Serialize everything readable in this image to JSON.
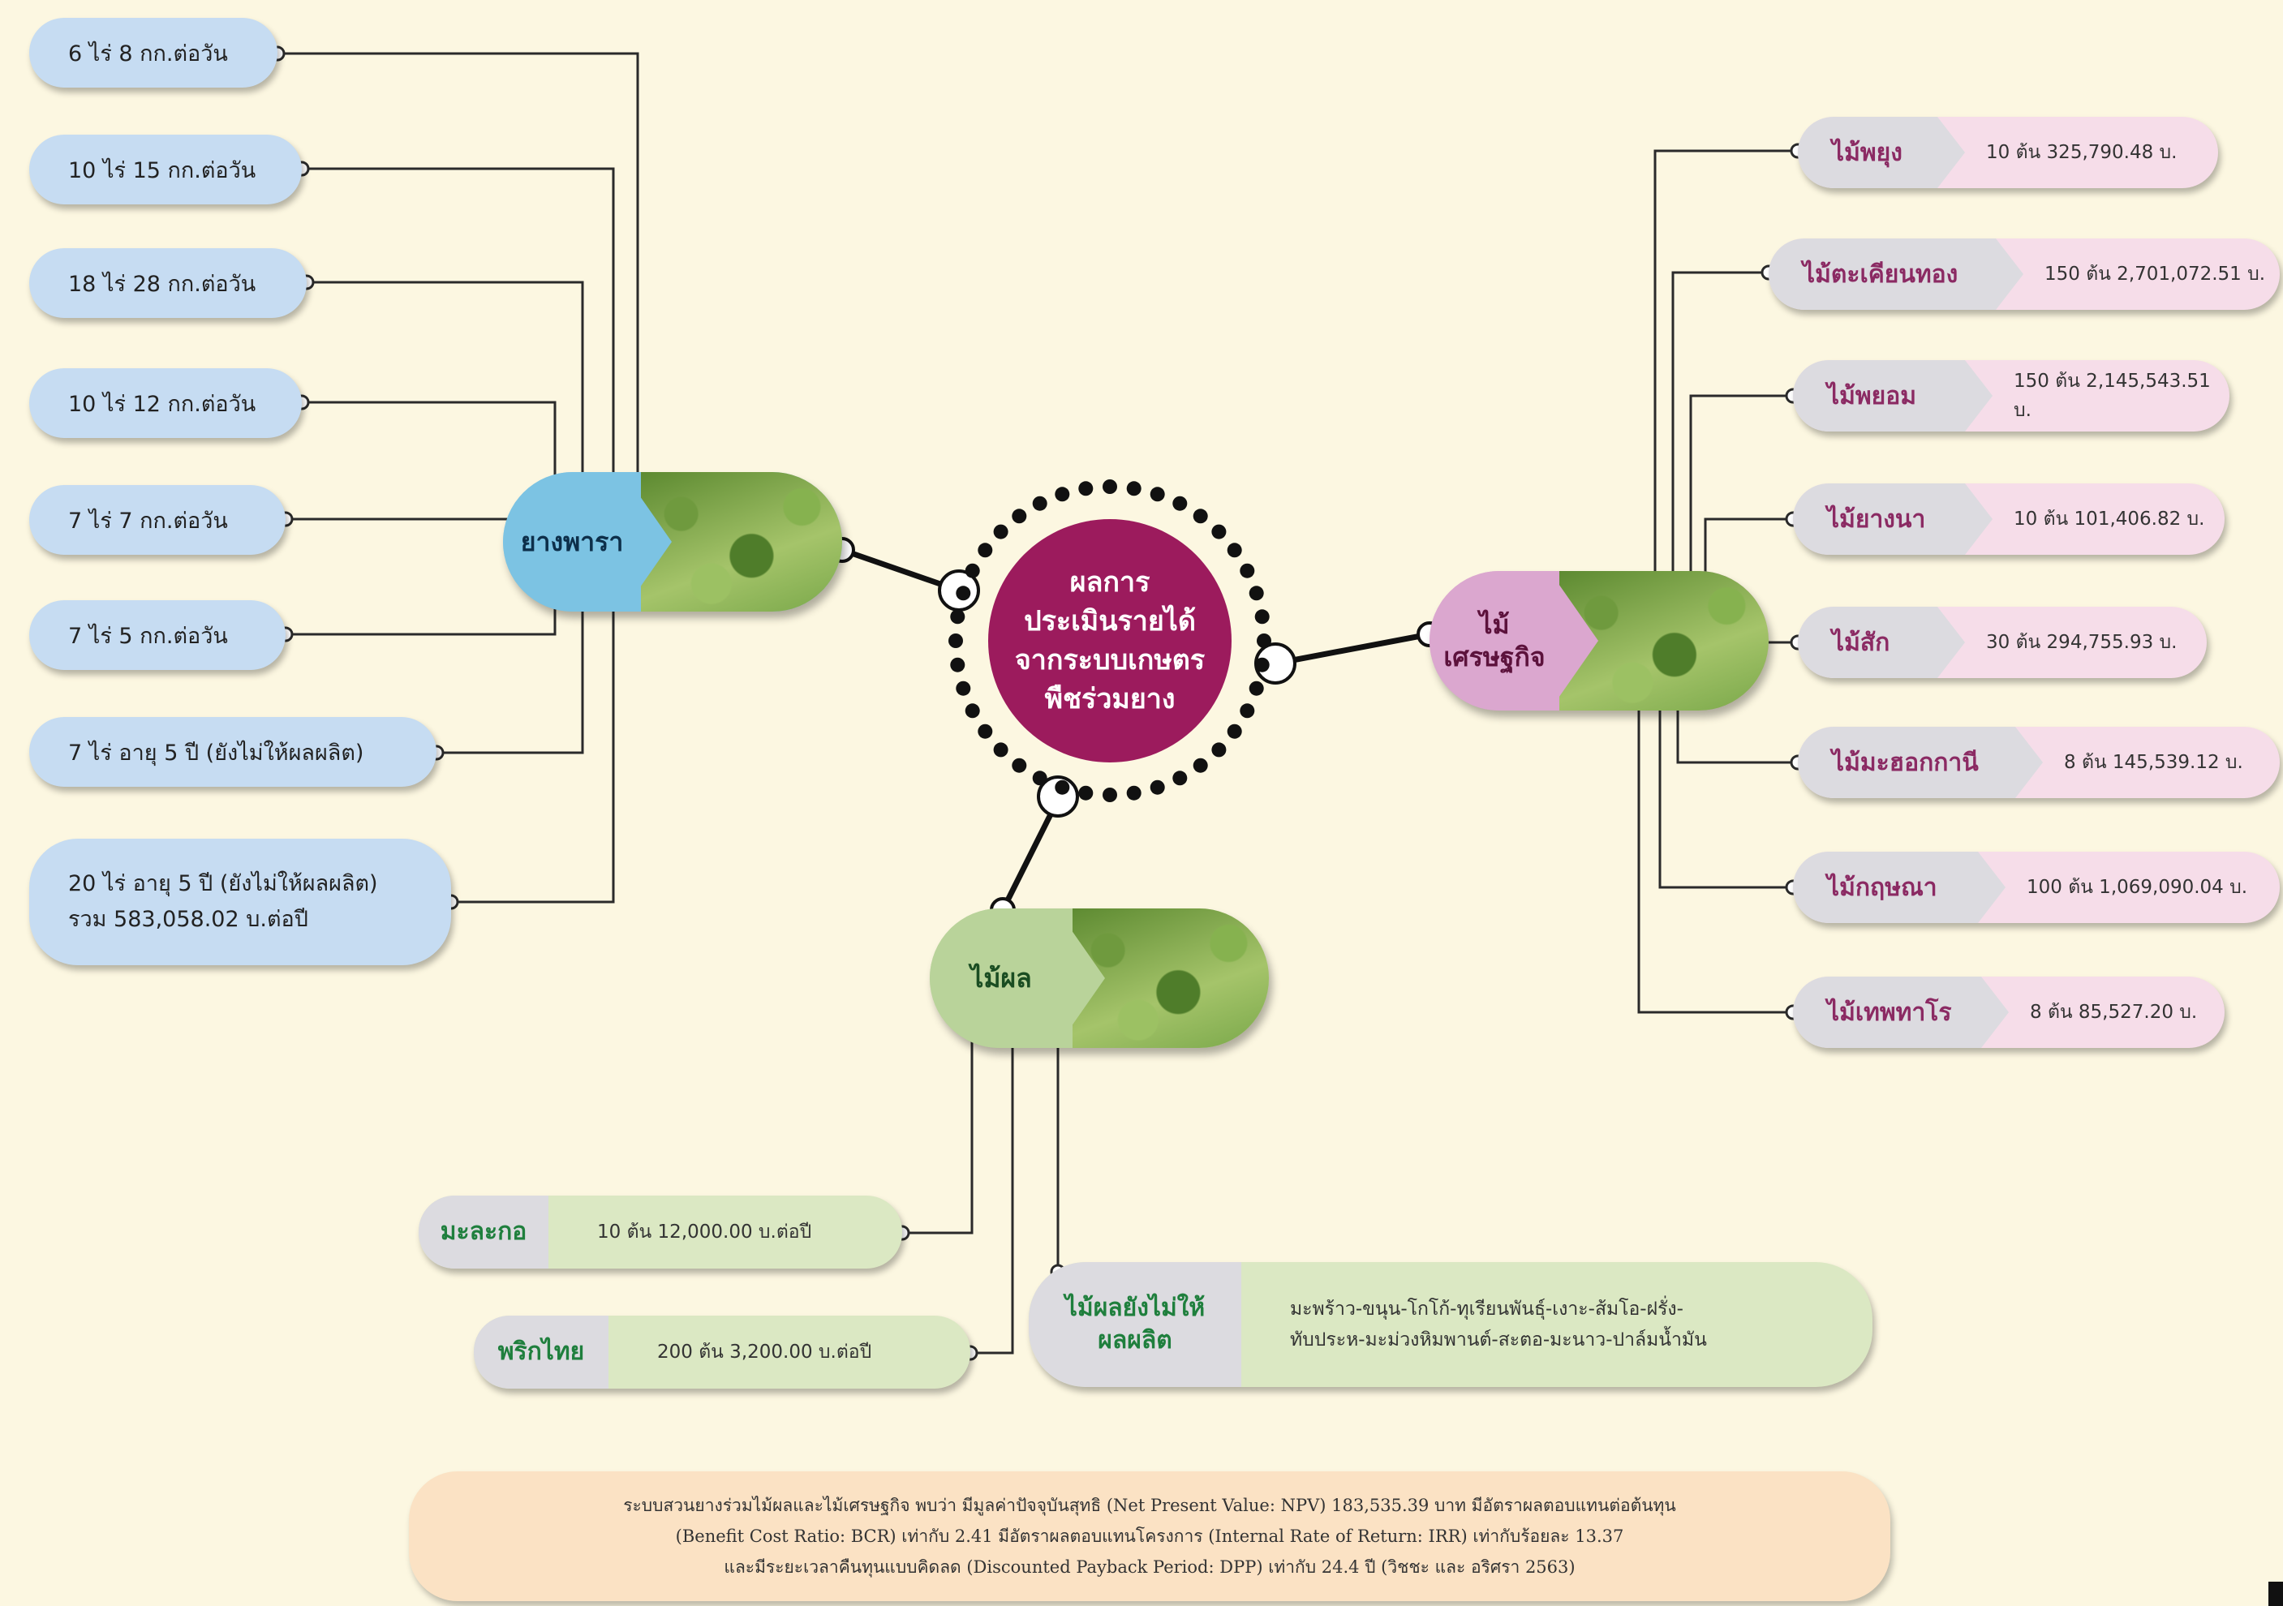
{
  "center": {
    "line1": "ผลการ",
    "line2": "ประเมินรายได้",
    "line3": "จากระบบเกษตร",
    "line4": "พืชร่วมยาง"
  },
  "rubber": {
    "label": "ยางพารา",
    "items": [
      "6 ไร่ 8 กก.ต่อวัน",
      "10 ไร่ 15 กก.ต่อวัน",
      "18 ไร่ 28 กก.ต่อวัน",
      "10 ไร่ 12 กก.ต่อวัน",
      "7 ไร่ 7 กก.ต่อวัน",
      "7 ไร่ 5 กก.ต่อวัน",
      "7 ไร่ อายุ 5 ปี (ยังไม่ให้ผลผลิต)"
    ],
    "last_line1": "20 ไร่ อายุ 5 ปี (ยังไม่ให้ผลผลิต)",
    "last_line2": "รวม 583,058.02 บ.ต่อปี"
  },
  "timber": {
    "label_line1": "ไม้",
    "label_line2": "เศรษฐกิจ",
    "items": [
      {
        "name": "ไม้พยุง",
        "value": "10 ต้น 325,790.48 บ."
      },
      {
        "name": "ไม้ตะเคียนทอง",
        "value": "150 ต้น 2,701,072.51 บ."
      },
      {
        "name": "ไม้พยอม",
        "value": "150 ต้น 2,145,543.51 บ."
      },
      {
        "name": "ไม้ยางนา",
        "value": "10 ต้น 101,406.82 บ."
      },
      {
        "name": "ไม้สัก",
        "value": "30 ต้น 294,755.93 บ."
      },
      {
        "name": "ไม้มะฮอกกานี",
        "value": "8 ต้น 145,539.12 บ."
      },
      {
        "name": "ไม้กฤษณา",
        "value": "100 ต้น 1,069,090.04 บ."
      },
      {
        "name": "ไม้เทพทาโร",
        "value": "8 ต้น 85,527.20 บ."
      }
    ]
  },
  "fruit": {
    "label": "ไม้ผล",
    "items": [
      {
        "name": "มะละกอ",
        "value": "10 ต้น 12,000.00 บ.ต่อปี"
      },
      {
        "name": "พริกไทย",
        "value": "200 ต้น 3,200.00 บ.ต่อปี"
      }
    ],
    "nonyield_line1": "ไม้ผลยังไม่ให้",
    "nonyield_line2": "ผลผลิต",
    "nonyield_value_line1": "มะพร้าว-ขนุน-โกโก้-ทุเรียนพันธุ์-เงาะ-ส้มโอ-ฝรั่ง-",
    "nonyield_value_line2": "ทับประห-มะม่วงหิมพานต์-สะตอ-มะนาว-ปาล์มน้ำมัน"
  },
  "note": {
    "line1": "ระบบสวนยางร่วมไม้ผลและไม้เศรษฐกิจ พบว่า มีมูลค่าปัจจุบันสุทธิ (Net Present Value: NPV) 183,535.39 บาท มีอัตราผลตอบแทนต่อต้นทุน",
    "line2": "(Benefit Cost Ratio: BCR) เท่ากับ 2.41 มีอัตราผลตอบแทนโครงการ (Internal Rate of Return: IRR) เท่ากับร้อยละ 13.37",
    "line3": "และมีระยะเวลาคืนทุนแบบคิดลด (Discounted Payback Period: DPP) เท่ากับ 24.4 ปี (วิชชะ และ อริศรา 2563)"
  },
  "colors": {
    "center": "#9c1b5d",
    "rubber": "#7cc3e3",
    "timber": "#dba7cf",
    "fruit": "#b9d39a",
    "background": "#fcf7e1"
  }
}
